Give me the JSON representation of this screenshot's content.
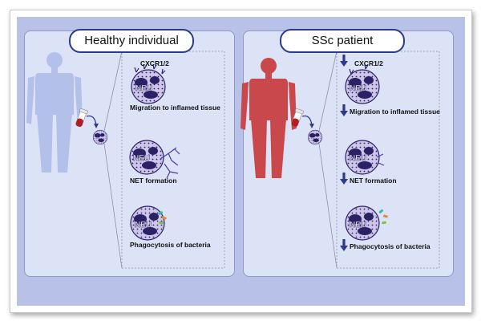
{
  "panels": {
    "left": {
      "title": "Healthy individual",
      "receptor_label": "CXCR1/2",
      "cell_label": "NEU",
      "functions": [
        "Migration to inflamed tissue",
        "NET formation",
        "Phagocytosis of bacteria"
      ]
    },
    "right": {
      "title": "SSc patient",
      "receptor_label": "CXCR1/2",
      "cell_label": "NEU",
      "functions": [
        "Migration to inflamed tissue",
        "NET formation",
        "Phagocytosis of bacteria"
      ]
    }
  },
  "colors": {
    "background": "#b8c1e8",
    "panel": "#dde3f7",
    "healthy_figure": "#b3c0ea",
    "patient_figure": "#c8484b",
    "cell_fill": "#cdc6e9",
    "cell_dots": "#2b2266",
    "arrow": "#2a3a8c"
  },
  "icons": [
    "human-silhouette",
    "blood-tube-icon",
    "neutrophil-cell",
    "down-arrow-icon"
  ]
}
